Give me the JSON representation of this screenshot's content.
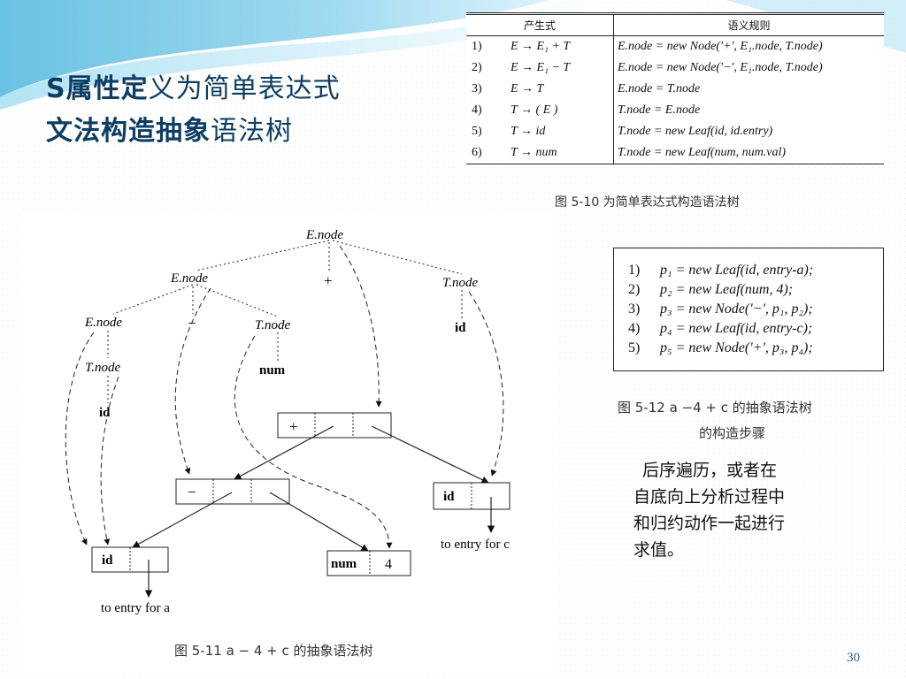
{
  "title": {
    "line1_bold": "S属性定",
    "line1_rest": "义为简单表达式",
    "line2_bold": "文法构造抽象",
    "line2_rest": "语法树"
  },
  "rules_table": {
    "headers": [
      "产生式",
      "语义规则"
    ],
    "rows": [
      {
        "num": "1)",
        "production": "E → E₁ + T",
        "rule": "E.node = new Node('+', E₁.node, T.node)"
      },
      {
        "num": "2)",
        "production": "E → E₁ − T",
        "rule": "E.node = new Node('−', E₁.node, T.node)"
      },
      {
        "num": "3)",
        "production": "E → T",
        "rule": "E.node = T.node"
      },
      {
        "num": "4)",
        "production": "T → ( E )",
        "rule": "T.node = E.node"
      },
      {
        "num": "5)",
        "production": "T → id",
        "rule": "T.node = new Leaf(id, id.entry)"
      },
      {
        "num": "6)",
        "production": "T → num",
        "rule": "T.node = new Leaf(num, num.val)"
      }
    ],
    "caption": "图 5-10    为简单表达式构造语法树"
  },
  "steps": {
    "items": [
      {
        "num": "1)",
        "code": "p₁ = new Leaf(id, entry-a);"
      },
      {
        "num": "2)",
        "code": "p₂ = new Leaf(num, 4);"
      },
      {
        "num": "3)",
        "code": "p₃ = new Node('−', p₁, p₂);"
      },
      {
        "num": "4)",
        "code": "p₄ = new Leaf(id, entry-c);"
      },
      {
        "num": "5)",
        "code": "p₅ = new Node('+', p₃, p₄);"
      }
    ],
    "caption_line1": "图 5-12    a −4 + c 的抽象语法树",
    "caption_line2": "的构造步骤"
  },
  "tree": {
    "parse_labels": {
      "e_root": "E.node",
      "e_left": "E.node",
      "plus_sym": "+",
      "t_right": "T.node",
      "e_ll": "E.node",
      "minus_sym": "−",
      "t_mid": "T.node",
      "id_right": "id",
      "t_ll": "T.node",
      "num_leaf": "num",
      "id_left": "id"
    },
    "ast": {
      "plus_label": "+",
      "minus_label": "−",
      "id_a_label": "id",
      "num_label": "num",
      "num_value": "4",
      "id_c_label": "id",
      "entry_a": "to entry for a",
      "entry_c": "to entry for c"
    },
    "caption": "图 5-11    a − 4 + c 的抽象语法树"
  },
  "note": {
    "lines": [
      "后序遍历，或者在",
      "自底向上分析过程中",
      "和归约动作一起进行",
      "求值。"
    ]
  },
  "page_number": "30"
}
